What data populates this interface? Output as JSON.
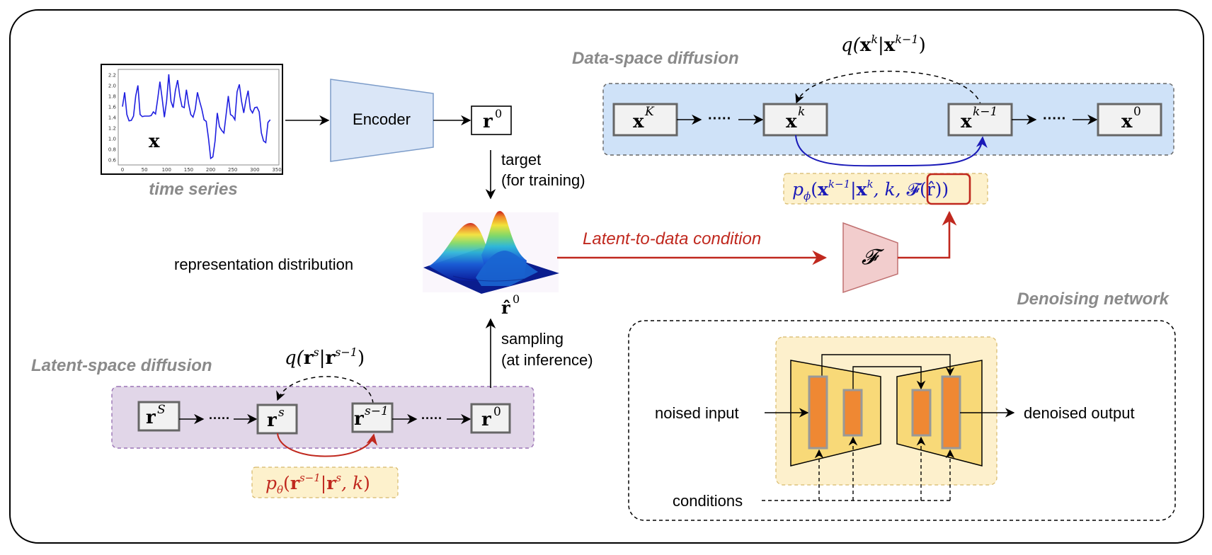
{
  "time_series": {
    "caption": "time series",
    "var_label": "x",
    "y_ticks": [
      "2.2",
      "2.0",
      "1.8",
      "1.6",
      "1.4",
      "1.2",
      "1.0",
      "0.8",
      "0.6"
    ],
    "x_ticks": [
      "0",
      "50",
      "100",
      "150",
      "200",
      "250",
      "300",
      "350"
    ],
    "series_color": "#1f1fe0",
    "chart_data": {
      "type": "line",
      "title": "",
      "xlabel": "",
      "ylabel": "",
      "xlim": [
        0,
        350
      ],
      "ylim": [
        0.55,
        2.25
      ],
      "x": [
        0,
        5,
        10,
        15,
        20,
        25,
        30,
        35,
        40,
        45,
        50,
        55,
        60,
        65,
        70,
        75,
        80,
        85,
        90,
        95,
        100,
        105,
        110,
        115,
        120,
        125,
        130,
        135,
        140,
        145,
        150,
        155,
        160,
        165,
        170,
        175,
        180,
        185,
        190,
        195,
        200,
        205,
        210,
        215,
        220,
        225,
        230,
        235,
        240,
        245,
        250,
        255,
        260,
        265,
        270,
        275,
        280,
        285,
        290,
        295,
        300,
        305,
        310,
        315,
        320,
        325,
        330,
        335
      ],
      "y": [
        1.6,
        1.87,
        1.45,
        1.33,
        1.34,
        1.42,
        1.8,
        2.0,
        1.45,
        1.41,
        1.42,
        1.42,
        1.42,
        1.43,
        1.5,
        1.46,
        1.75,
        2.07,
        1.75,
        1.4,
        1.7,
        2.21,
        1.7,
        1.58,
        1.9,
        2.1,
        1.8,
        1.6,
        1.58,
        1.92,
        1.65,
        1.45,
        1.4,
        1.55,
        1.87,
        1.7,
        1.55,
        1.35,
        1.32,
        1.0,
        0.62,
        0.65,
        0.95,
        1.48,
        1.22,
        1.15,
        1.1,
        1.45,
        1.8,
        1.45,
        1.42,
        1.35,
        1.88,
        2.02,
        1.7,
        1.48,
        1.72,
        1.9,
        1.55,
        1.48,
        1.58,
        1.59,
        1.5,
        1.1,
        0.95,
        0.92,
        1.3,
        1.35
      ]
    }
  },
  "encoder": {
    "label": "Encoder"
  },
  "r0_top": {
    "base": "r",
    "sup": "0"
  },
  "target_label": {
    "line1": "target",
    "line2": "(for training)"
  },
  "representation_distribution": {
    "label": "representation distribution",
    "sample_label_base": "r̂",
    "sample_label_sup": "0"
  },
  "latent_to_data": {
    "label": "Latent-to-data condition",
    "color": "#c0281e",
    "block_symbol": "𝓕"
  },
  "data_space": {
    "title": "Data-space diffusion",
    "forward_label": {
      "prefix": "q(",
      "a_base": "x",
      "a_sup": "k",
      "sep": "|",
      "b_base": "x",
      "b_sup": "k−1",
      "suffix": ")"
    },
    "nodes": [
      {
        "base": "x",
        "sup": "K"
      },
      {
        "base": "x",
        "sup": "k"
      },
      {
        "base": "x",
        "sup": "k−1"
      },
      {
        "base": "x",
        "sup": "0"
      }
    ],
    "ellipsis": "·····",
    "reverse_label": {
      "p": "p",
      "sub": "ϕ",
      "open": "(",
      "a_base": "x",
      "a_sup": "k−1",
      "sep": "|",
      "b_base": "x",
      "b_sup": "k",
      "mid": ", k, ",
      "cond": "𝓕(r̂)",
      "close": ")"
    },
    "bg_color": "#cfe2f8",
    "reverse_color": "#1a1ab8"
  },
  "latent_space": {
    "title": "Latent-space diffusion",
    "forward_label": {
      "prefix": "q(",
      "a_base": "r",
      "a_sup": "s",
      "sep": "|",
      "b_base": "r",
      "b_sup": "s−1",
      "suffix": ")"
    },
    "nodes": [
      {
        "base": "r",
        "sup": "S"
      },
      {
        "base": "r",
        "sup": "s"
      },
      {
        "base": "r",
        "sup": "s−1"
      },
      {
        "base": "r",
        "sup": "0"
      }
    ],
    "ellipsis": "·····",
    "reverse_label": {
      "p": "p",
      "sub": "θ",
      "open": "(",
      "a_base": "r",
      "a_sup": "s−1",
      "sep": "|",
      "b_base": "r",
      "b_sup": "s",
      "mid": ", k",
      "close": ")"
    },
    "bg_color": "#e1d6e8",
    "reverse_color": "#c0281e"
  },
  "sampling_label": {
    "line1": "sampling",
    "line2": "(at inference)"
  },
  "denoising": {
    "title": "Denoising network",
    "input_label": "noised input",
    "output_label": "denoised output",
    "conditions_label": "conditions"
  }
}
